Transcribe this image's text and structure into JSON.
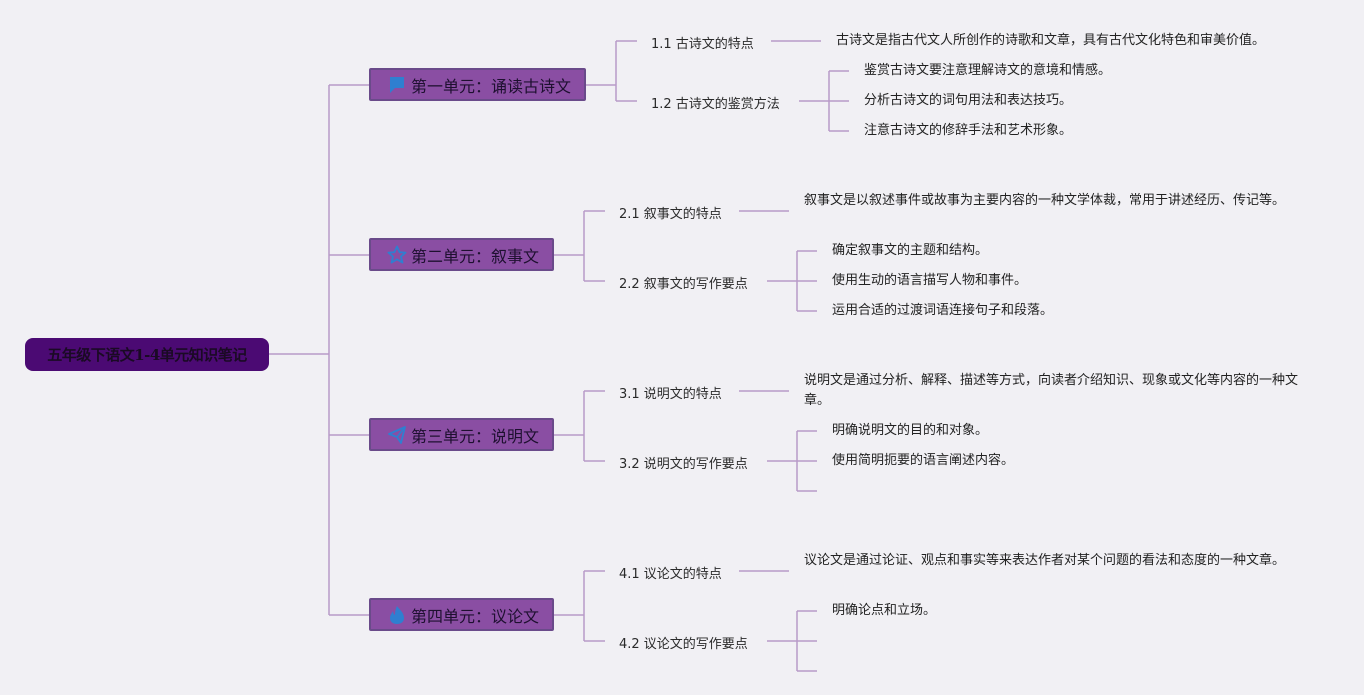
{
  "root": {
    "title": "五年级下语文1-4单元知识笔记"
  },
  "colors": {
    "root": "#4b0a73",
    "unit": "#8a4ea3",
    "line": "#b89ac8",
    "icon": "#2f7fd0"
  },
  "units": [
    {
      "title": "第一单元：诵读古诗文",
      "icon": "flag-icon",
      "topics": [
        {
          "title": "1.1 古诗文的特点",
          "leaves": [
            "古诗文是指古代文人所创作的诗歌和文章，具有古代文化特色和审美价值。"
          ]
        },
        {
          "title": "1.2 古诗文的鉴赏方法",
          "leaves": [
            "鉴赏古诗文要注意理解诗文的意境和情感。",
            "分析古诗文的词句用法和表达技巧。",
            "注意古诗文的修辞手法和艺术形象。"
          ]
        }
      ]
    },
    {
      "title": "第二单元：叙事文",
      "icon": "star-icon",
      "topics": [
        {
          "title": "2.1 叙事文的特点",
          "leaves": [
            "叙事文是以叙述事件或故事为主要内容的一种文学体裁，常用于讲述经历、传记等。"
          ]
        },
        {
          "title": "2.2 叙事文的写作要点",
          "leaves": [
            "确定叙事文的主题和结构。",
            "使用生动的语言描写人物和事件。",
            "运用合适的过渡词语连接句子和段落。"
          ]
        }
      ]
    },
    {
      "title": "第三单元：说明文",
      "icon": "paper-plane-icon",
      "topics": [
        {
          "title": "3.1 说明文的特点",
          "leaves": [
            "说明文是通过分析、解释、描述等方式，向读者介绍知识、现象或文化等内容的一种文章。"
          ]
        },
        {
          "title": "3.2 说明文的写作要点",
          "leaves": [
            "明确说明文的目的和对象。",
            "使用简明扼要的语言阐述内容。",
            ""
          ]
        }
      ]
    },
    {
      "title": "第四单元：议论文",
      "icon": "flame-icon",
      "topics": [
        {
          "title": "4.1 议论文的特点",
          "leaves": [
            "议论文是通过论证、观点和事实等来表达作者对某个问题的看法和态度的一种文章。"
          ]
        },
        {
          "title": "4.2 议论文的写作要点",
          "leaves": [
            "明确论点和立场。",
            "",
            ""
          ]
        }
      ]
    }
  ]
}
